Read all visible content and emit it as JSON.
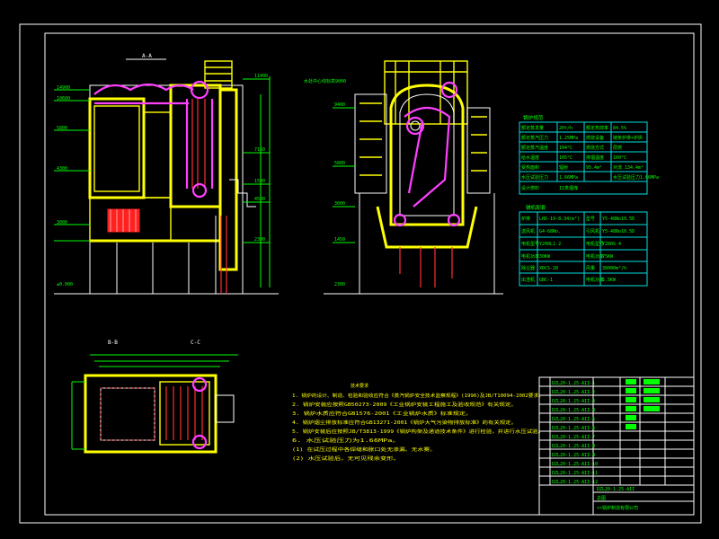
{
  "views": {
    "front_section_label": "A-A",
    "plan_b_label": "B-B",
    "plan_c_label": "C-C"
  },
  "elevations_left": [
    "14900",
    "10600",
    "5800",
    "4300",
    "3000",
    "±0.000"
  ],
  "elevations_mid": [
    "11400",
    "7150",
    "1500",
    "4500",
    "2300"
  ],
  "side_note": "水处中心线标高9000",
  "side_elevations": [
    "9400",
    "5800",
    "3000",
    "1450",
    "2300"
  ],
  "params_title": "锅炉规范",
  "params_rows": [
    [
      "额定蒸发量",
      "20t/h",
      "额定热效率",
      "84.5%"
    ],
    [
      "额定蒸汽压力",
      "1.25MPa",
      "燃烧设备",
      "链条炉排+炉拱"
    ],
    [
      "额定蒸汽温度",
      "194°C",
      "燃烧方式",
      "层燃"
    ],
    [
      "给水温度",
      "105°C",
      "排烟温度",
      "160°C"
    ],
    [
      "受热面积",
      "辐射",
      "95.4m²",
      "对流 134.4m²"
    ],
    [
      "水压试验压力",
      "1.66MPa",
      "",
      "水压试验压力1.66MPa"
    ],
    [
      "设计燃料",
      "II类烟煤",
      "",
      ""
    ]
  ],
  "aux_title": "辅机配套",
  "aux_rows": [
    [
      "炉排",
      "LHX-19-8.34(m²)",
      "型号",
      "Y5-48No10.5D"
    ],
    [
      "送风机",
      "G4-68No.",
      "引风机",
      "Y5-48No10.5D"
    ],
    [
      "电机型号",
      "Y200L1-2",
      "电机型号",
      "Y280S-4"
    ],
    [
      "电机功率",
      "30KW",
      "电机功率",
      "75KW"
    ],
    [
      "除尘器",
      "XDCS-20",
      "风量",
      "38000m³/h"
    ],
    [
      "出渣机",
      "GBC-1",
      "电机功率",
      "5.5KW"
    ]
  ],
  "notes_title": "技术要求",
  "notes": [
    "1. 锅炉的设计、制造、检验和验收应符合《蒸汽锅炉安全技术监察规程》(1996)及JB/T10094-2002要求。",
    "2. 锅炉安装应按照GB50273-2009《工业锅炉安装工程施工及验收规范》有关规定。",
    "3. 锅炉水质应符合GB1576-2001《工业锅炉水质》标准规定。",
    "4. 锅炉烟尘排放标准应符合GB13271-2001《锅炉大气污染物排放标准》的有关规定。",
    "5. 锅炉安装后应按照JB/T3813-1999《锅炉构架及通道技术条件》进行检验，并进行水压试验。",
    "6. 水压试验压力为1.66MPa。",
    "(1) 在试压过程中各焊缝和胀口处无渗漏、无水雾。",
    "(2) 水压试验后，无可见残余变形。"
  ],
  "title_block": {
    "drawing_no": "DZL20-1.25-AII",
    "name": "总图",
    "company": "××锅炉制造有限公司",
    "rows": [
      "DZL20-1.25-AII-1",
      "DZL20-1.25-AII-2",
      "DZL20-1.25-AII-3",
      "DZL20-1.25-AII-4",
      "DZL20-1.25-AII-5",
      "DZL20-1.25-AII-6",
      "DZL20-1.25-AII-7",
      "DZL20-1.25-AII-8",
      "DZL20-1.25-AII-9",
      "DZL20-1.25-AII-10",
      "DZL20-1.25-AII-11",
      "DZL20-1.25-AII-12"
    ]
  }
}
